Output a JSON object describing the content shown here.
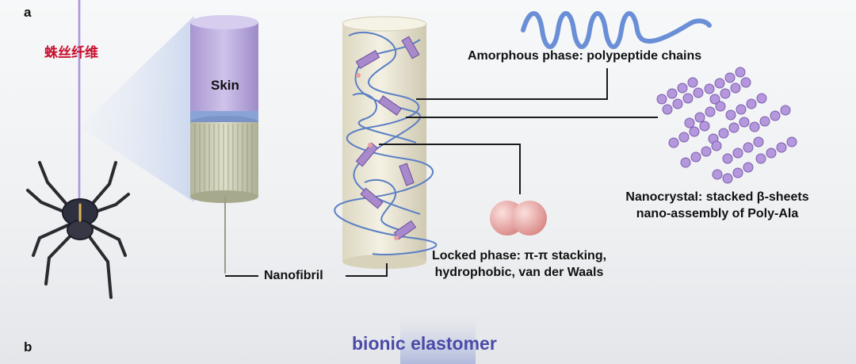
{
  "panels": {
    "a": "a",
    "b": "b"
  },
  "labels": {
    "spider_silk": "蛛丝纤维",
    "skin": "Skin",
    "nanofibril": "Nanofibril",
    "amorphous": "Amorphous phase: polypeptide chains",
    "nanocrystal_line1": "Nanocrystal: stacked β-sheets",
    "nanocrystal_line2": "nano-assembly of Poly-Ala",
    "locked_line1": "Locked phase: π-π stacking,",
    "locked_line2": "hydrophobic, van der Waals",
    "bionic": "bionic elastomer"
  },
  "colors": {
    "skin": "#b9a9dc",
    "collar": "#8aa3d6",
    "fibers": "#c9cbb0",
    "cylinder": "#ece8d6",
    "chain": "#5b7fc4",
    "crystal": "#a889cc",
    "locked": "#e8a1a0",
    "label_red": "#c8102e",
    "bionic": "#4a4aa8"
  }
}
